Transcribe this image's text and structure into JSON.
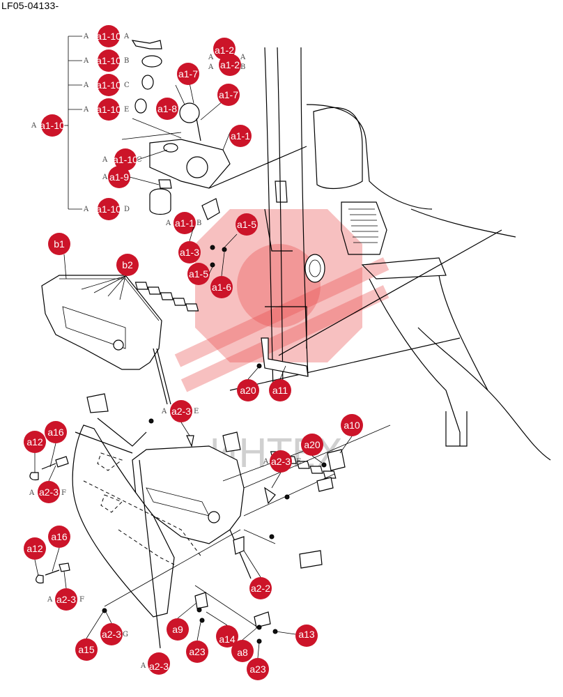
{
  "header": {
    "doc_id": "LF05-04133-"
  },
  "parts_tree": {
    "parent": {
      "prefix": "A",
      "callout": "a1-10"
    },
    "children": [
      {
        "prefix": "A",
        "callout": "a1-10",
        "suffix": "A"
      },
      {
        "prefix": "A",
        "callout": "a1-10",
        "suffix": "B"
      },
      {
        "prefix": "A",
        "callout": "a1-10",
        "suffix": "C"
      },
      {
        "prefix": "A",
        "callout": "a1-10",
        "suffix": "E"
      },
      {
        "prefix": "A",
        "callout": "a1-10",
        "suffix": "D"
      }
    ]
  },
  "callouts": {
    "a1_7_top": "a1-7",
    "a1_2a": "a1-2",
    "a1_2a_suffix": "A",
    "a1_2b": "a1-2",
    "a1_2b_suffix": "B",
    "a1_8": "a1-8",
    "a1_7_mid": "a1-7",
    "a1_1": "a1-1",
    "a1_10c": "a1-10",
    "a1_10c_suffix": "C",
    "a1_9": "a1-9",
    "a1_1b": "a1-1",
    "a1_1b_suffix": "B",
    "a1_5_top": "a1-5",
    "a1_3": "a1-3",
    "a1_5_bot": "a1-5",
    "a1_6": "a1-6",
    "b1": "b1",
    "b2": "b2",
    "a20_top": "a20",
    "a11": "a11",
    "a2_3e_top": "a2-3",
    "a2_3e_top_suffix": "E",
    "a12_top": "a12",
    "a16_top": "a16",
    "a2_3f_top": "a2-3",
    "a2_3f_top_suffix": "F",
    "a20_right": "a20",
    "a10": "a10",
    "a2_3e_mid": "a2-3",
    "a2_3e_mid_suffix": "E",
    "a12_bot": "a12",
    "a16_bot": "a16",
    "a2_3f_bot": "a2-3",
    "a2_3f_bot_suffix": "F",
    "a2_2": "a2-2",
    "a15": "a15",
    "a2_3g": "a2-3",
    "a2_3g_suffix": "G",
    "a9": "a9",
    "a23_left": "a23",
    "a14": "a14",
    "a8": "a8",
    "a13": "a13",
    "a23_right": "a23",
    "a2_3_bottom": "a2-3",
    "prefix_a": "A"
  },
  "watermark": {
    "text": "ИНТЕХ"
  },
  "colors": {
    "callout": "#cc1429",
    "watermark": "#e94b4b"
  }
}
